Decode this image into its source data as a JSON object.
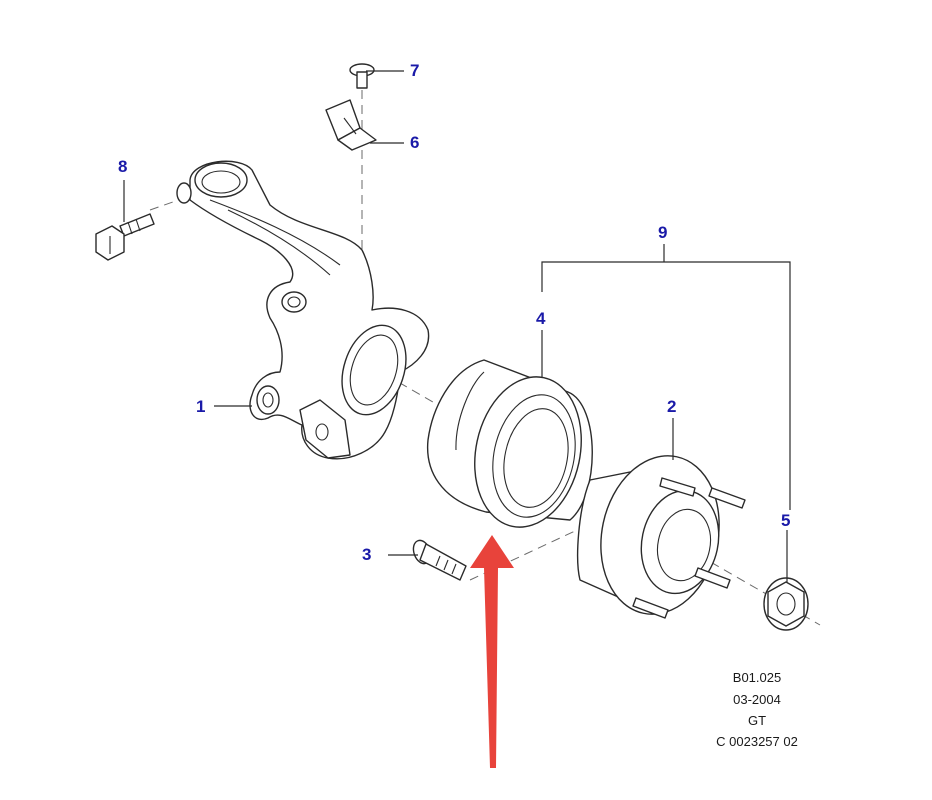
{
  "callouts": {
    "c1": "1",
    "c2": "2",
    "c3": "3",
    "c4": "4",
    "c5": "5",
    "c6": "6",
    "c7": "7",
    "c8": "8",
    "c9": "9"
  },
  "reference": {
    "code": "B01.025",
    "date": "03-2004",
    "model": "GT",
    "part_number": "C 0023257 02"
  },
  "colors": {
    "callout_text": "#1a1aa8",
    "linework": "#2b2b2b",
    "arrow": "#e8433b"
  },
  "icons": {
    "annotation": "red-up-arrow-icon"
  }
}
